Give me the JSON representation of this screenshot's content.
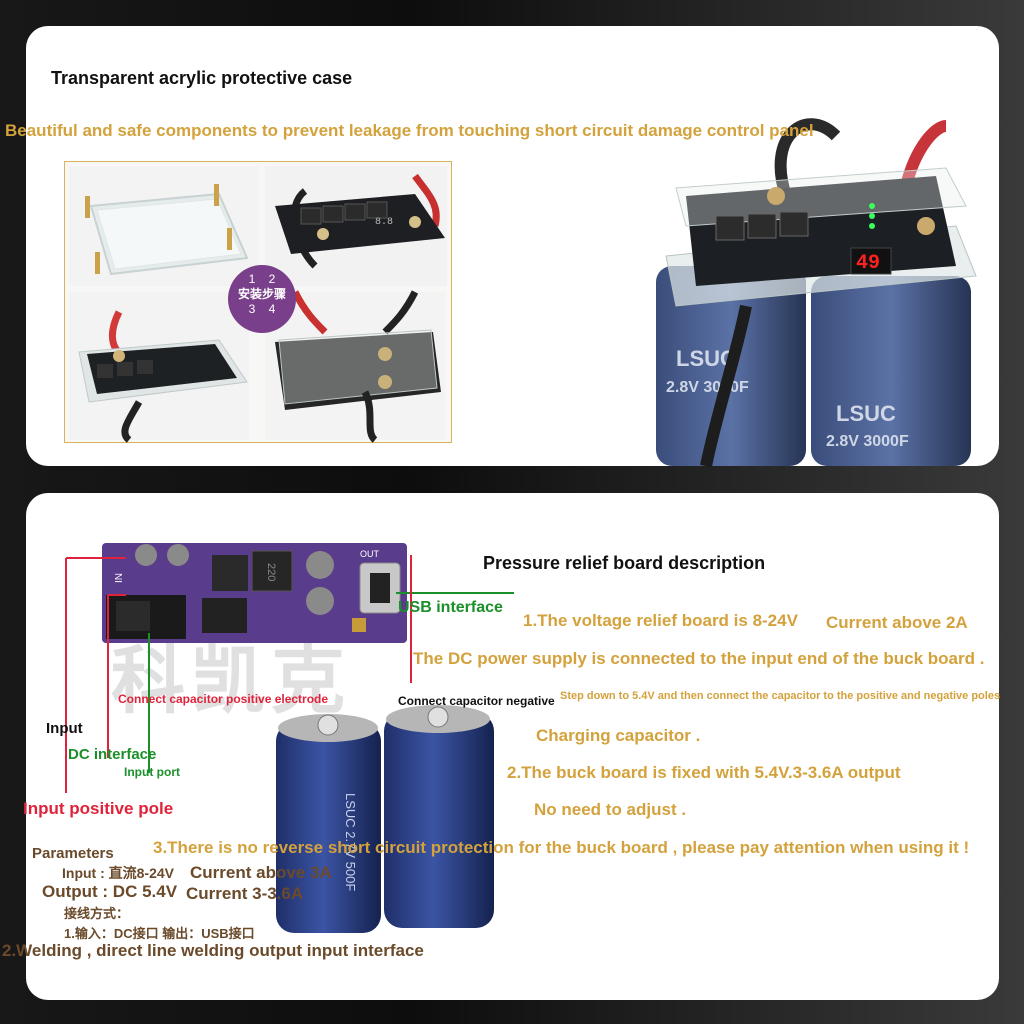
{
  "top_panel": {
    "title": "Transparent acrylic protective case",
    "subtitle": "Beautiful and safe components to prevent leakage from touching short circuit damage control panel",
    "steps_badge": {
      "numbers": [
        "1",
        "2",
        "3",
        "4"
      ],
      "label": "安装步骤"
    },
    "capacitor_left_text": "LSUC\n2.8V 3000F",
    "capacitor_right_text": "LSUC\n2.8V 3000F",
    "display_value": "49"
  },
  "bottom_panel": {
    "title": "Pressure relief board description",
    "labels": {
      "usb_interface": "USB interface",
      "connect_positive": "Connect capacitor positive electrode",
      "connect_negative": "Connect capacitor negative",
      "input": "Input",
      "dc_interface": "DC interface",
      "input_port": "Input port",
      "input_positive_pole": "Input positive pole",
      "board_in": "IN",
      "board_out": "OUT",
      "board_inductor": "220",
      "capacitor_side_text": "LSUC 2.7V 500F"
    },
    "description": {
      "line1": "1.The voltage relief board is 8-24V",
      "line1b": "Current above 2A",
      "line2": "The DC power supply is connected to the input end of the buck board .",
      "line3": "Step down to 5.4V and then connect the capacitor to the positive and negative poles",
      "line4": "Charging capacitor .",
      "line5": "2.The buck board is fixed with 5.4V.3-3.6A output",
      "line6": "No need to adjust .",
      "line7": "3.There is no reverse short circuit protection for the buck board , please pay attention when using it !"
    },
    "parameters": {
      "title": "Parameters",
      "input": "Input : 直流8-24V",
      "input_current": "Current above 3A",
      "output": "Output : DC 5.4V",
      "output_current": "Current 3-3.6A",
      "wiring": "接线方式：",
      "wiring_detail": "1.输入：DC接口   输出：USB接口",
      "welding": "2.Welding , direct line welding output input interface"
    },
    "watermark": "科凯克"
  }
}
